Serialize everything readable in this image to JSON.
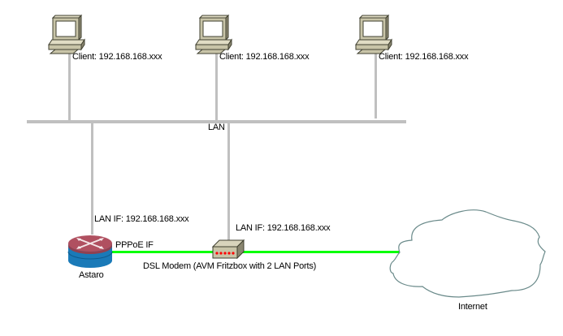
{
  "network": {
    "bus_label": "LAN",
    "clients": [
      {
        "label": "Client: 192.168.168.xxx",
        "icon": "workstation-icon"
      },
      {
        "label": "Client: 192.168.168.xxx",
        "icon": "workstation-icon"
      },
      {
        "label": "Client: 192.168.168.xxx",
        "icon": "workstation-icon"
      }
    ],
    "firewall": {
      "name": "Astaro",
      "lan_if_label": "LAN IF: 192.168.168.xxx",
      "wan_if_label": "PPPoE IF",
      "icon": "router-icon"
    },
    "modem": {
      "name": "DSL Modem (AVM Fritzbox with 2 LAN Ports)",
      "lan_if_label": "LAN IF: 192.168.168.xxx",
      "icon": "dsl-modem-icon"
    },
    "internet": {
      "name": "Internet",
      "icon": "cloud-icon"
    }
  },
  "colors": {
    "lan_line": "#c0c0c0",
    "wan_line": "#00ff00",
    "cloud_outline": "#6a8a8a",
    "router_top": "#b05060",
    "router_body": "#1a7ab8",
    "device_beige": "#c8c4a8"
  }
}
